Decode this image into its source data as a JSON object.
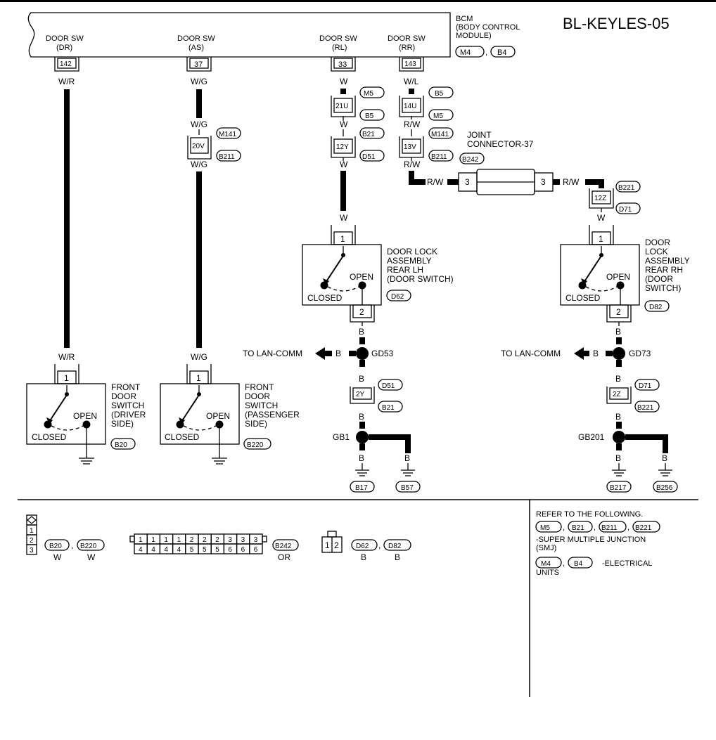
{
  "title": "BL-KEYLES-05",
  "bcm": {
    "name_lines": [
      "BCM",
      "(BODY CONTROL",
      " MODULE)"
    ],
    "codes": [
      "M4",
      "B4"
    ],
    "terminals": [
      {
        "line1": "DOOR SW",
        "line2": "(DR)",
        "pin": "142"
      },
      {
        "line1": "DOOR SW",
        "line2": "(AS)",
        "pin": "37"
      },
      {
        "line1": "DOOR SW",
        "line2": "(RL)",
        "pin": "33"
      },
      {
        "line1": "DOOR SW",
        "line2": "(RR)",
        "pin": "143"
      }
    ]
  },
  "wire_colors": {
    "wr": "W/R",
    "wg": "W/G",
    "w": "W",
    "wl": "W/L",
    "rw": "R/W",
    "b": "B"
  },
  "connectors": {
    "c21u": {
      "pin": "21U",
      "codes": [
        "M5",
        "B5"
      ]
    },
    "c12y": {
      "pin": "12Y",
      "codes": [
        "B21",
        "D51"
      ]
    },
    "c20v": {
      "pin": "20V",
      "codes": [
        "M141",
        "B211"
      ]
    },
    "c14u": {
      "pin": "14U",
      "codes": [
        "B5",
        "M5"
      ]
    },
    "c13v": {
      "pin": "13V",
      "codes": [
        "M141",
        "B211"
      ]
    },
    "c12z": {
      "pin": "12Z",
      "codes": [
        "B221",
        "D71"
      ]
    },
    "c2y": {
      "pin": "2Y",
      "codes": [
        "D51",
        "B21"
      ]
    },
    "c2z": {
      "pin": "2Z",
      "codes": [
        "D71",
        "B221"
      ]
    }
  },
  "joint": {
    "lines": [
      "JOINT",
      "CONNECTOR-37"
    ],
    "code": "B242",
    "pin_left": "3",
    "pin_right": "3"
  },
  "switches": {
    "front_dr": {
      "lines": [
        "FRONT",
        "DOOR",
        "SWITCH",
        "(DRIVER",
        " SIDE)"
      ],
      "code": "B20",
      "pin": "1"
    },
    "front_as": {
      "lines": [
        "FRONT",
        "DOOR",
        "SWITCH",
        "(PASSENGER",
        " SIDE)"
      ],
      "code": "B220",
      "pin": "1"
    },
    "rear_lh": {
      "lines": [
        "DOOR LOCK",
        "ASSEMBLY",
        "REAR LH",
        "(DOOR SWITCH)"
      ],
      "code": "D62",
      "pin_top": "1",
      "pin_bottom": "2"
    },
    "rear_rh": {
      "lines": [
        "DOOR",
        "LOCK",
        "ASSEMBLY",
        "REAR RH",
        "(DOOR",
        " SWITCH)"
      ],
      "code": "D82",
      "pin_top": "1",
      "pin_bottom": "2"
    },
    "open_label": "OPEN",
    "closed_label": "CLOSED"
  },
  "grounds": {
    "gd53": "GD53",
    "gd73": "GD73",
    "gb1": "GB1",
    "gb201": "GB201",
    "to_lan": "TO LAN-COMM",
    "codes_lh": [
      "B17",
      "B57"
    ],
    "codes_rh": [
      "B217",
      "B256"
    ]
  },
  "legend": {
    "conn3_pins": [
      "1",
      "2",
      "3"
    ],
    "conn3_codes": [
      "B20",
      "B220"
    ],
    "conn3_color": "W",
    "joint_top": [
      "1",
      "1",
      "1",
      "1",
      "2",
      "2",
      "2",
      "3",
      "3",
      "3"
    ],
    "joint_bottom": [
      "4",
      "4",
      "4",
      "4",
      "5",
      "5",
      "5",
      "6",
      "6",
      "6"
    ],
    "joint_code": "B242",
    "joint_color": "OR",
    "conn2_pins": [
      "1",
      "2"
    ],
    "conn2_codes": [
      "D62",
      "D82"
    ],
    "conn2_color": "B",
    "refer_title": "REFER TO THE FOLLOWING.",
    "smj_codes": [
      "M5",
      "B21",
      "B211",
      "B221"
    ],
    "smj_text_lines": [
      "-SUPER MULTIPLE JUNCTION",
      "(SMJ)"
    ],
    "eu_codes": [
      "M4",
      "B4"
    ],
    "eu_text_lines": [
      "-ELECTRICAL",
      "UNITS"
    ]
  }
}
